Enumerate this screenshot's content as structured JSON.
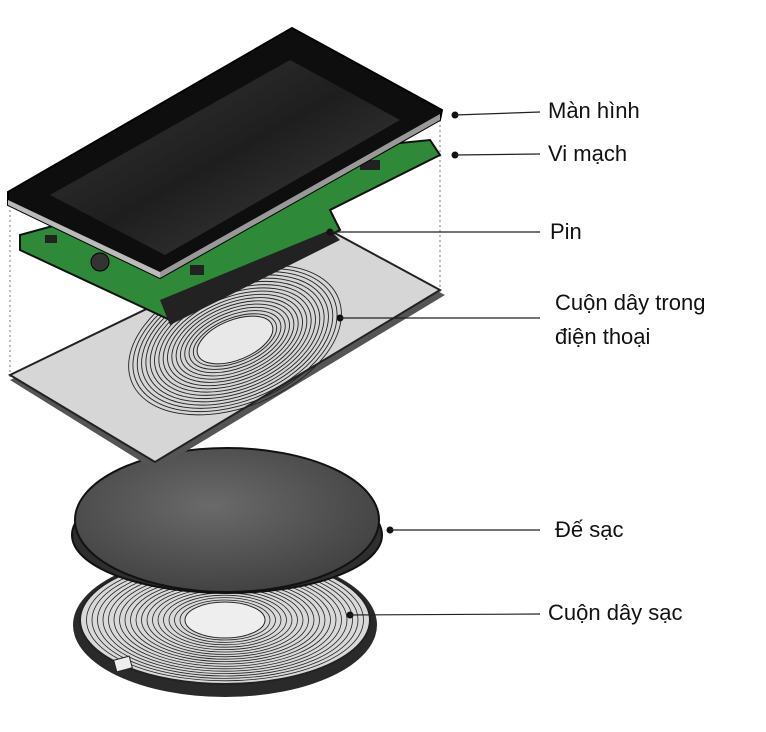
{
  "labels": {
    "screen": "Màn hình",
    "circuit": "Vi mạch",
    "battery": "Pin",
    "phone_coil_line1": "Cuộn dây trong",
    "phone_coil_line2": "điện thoại",
    "charging_base": "Đế sạc",
    "charging_coil": "Cuộn dây sạc"
  },
  "colors": {
    "phone_body": "#111111",
    "pcb": "#2f8a3a",
    "plate": "#d8d8d8",
    "charger": "#4a4a4a"
  }
}
